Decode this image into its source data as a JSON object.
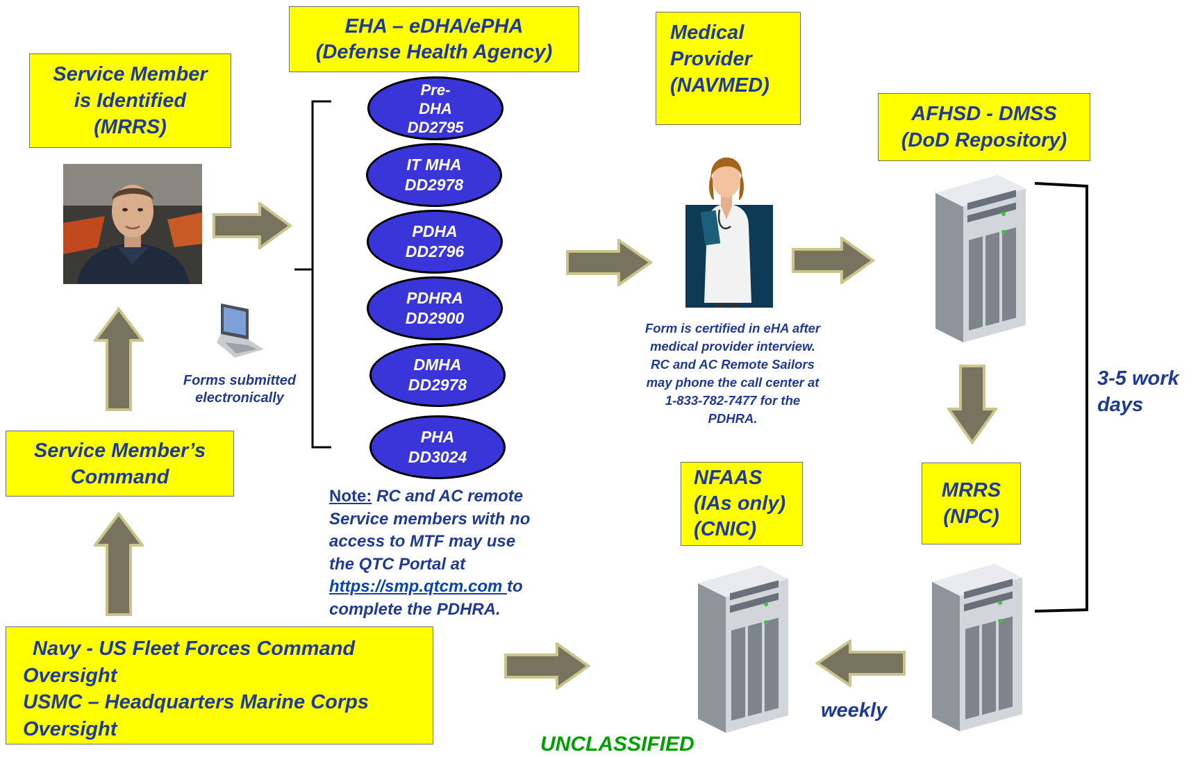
{
  "boxes": {
    "service_member": [
      "Service Member",
      "is Identified",
      "(MRRS)"
    ],
    "eha": [
      "EHA – eDHA/ePHA",
      "(Defense Health Agency)"
    ],
    "medical_provider": [
      "Medical",
      "Provider",
      "(NAVMED)"
    ],
    "afhsd": [
      "AFHSD - DMSS",
      "(DoD Repository)"
    ],
    "command": [
      "Service Member’s",
      "Command"
    ],
    "nfaas": [
      "NFAAS",
      "(IAs only)",
      "(CNIC)"
    ],
    "mrrs_npc": [
      "MRRS",
      "(NPC)"
    ],
    "oversight": [
      "Navy - US Fleet Forces Command",
      "Oversight",
      "USMC – Headquarters Marine Corps",
      "Oversight"
    ]
  },
  "forms": [
    [
      "Pre-",
      "DHA",
      "DD2795"
    ],
    [
      "IT MHA",
      "DD2978"
    ],
    [
      "PDHA",
      "DD2796"
    ],
    [
      "PDHRA",
      "DD2900"
    ],
    [
      "DMHA",
      "DD2978"
    ],
    [
      "PHA",
      "DD3024"
    ]
  ],
  "forms_submitted": [
    "Forms submitted",
    "electronically"
  ],
  "provider_note": [
    "Form is certified in eHA after",
    "medical provider interview.",
    "RC and AC Remote Sailors",
    "may phone the call center at",
    "1-833-782-7477 for the",
    "PDHRA."
  ],
  "note": {
    "label": "Note:",
    "text_1": " RC and AC remote",
    "line_2": "Service members with no",
    "line_3": "access to MTF may use",
    "line_4": "the QTC Portal at",
    "link": "https://smp.qtcm.com ",
    "after_link": "to",
    "line_6": "complete the PDHRA."
  },
  "timing": [
    "3-5 work",
    "days"
  ],
  "weekly": "weekly",
  "classification": "UNCLASSIFIED",
  "colors": {
    "box_fill": "#ffff00",
    "text_navy": "#1f3a93",
    "oval_fill": "#3a35d9",
    "arrow_fill": "#77735e",
    "arrow_border": "#c8c48c",
    "classification": "#00a000"
  },
  "icons": [
    "service-member-photo",
    "laptop-icon",
    "doctor-figure",
    "server-icon"
  ]
}
